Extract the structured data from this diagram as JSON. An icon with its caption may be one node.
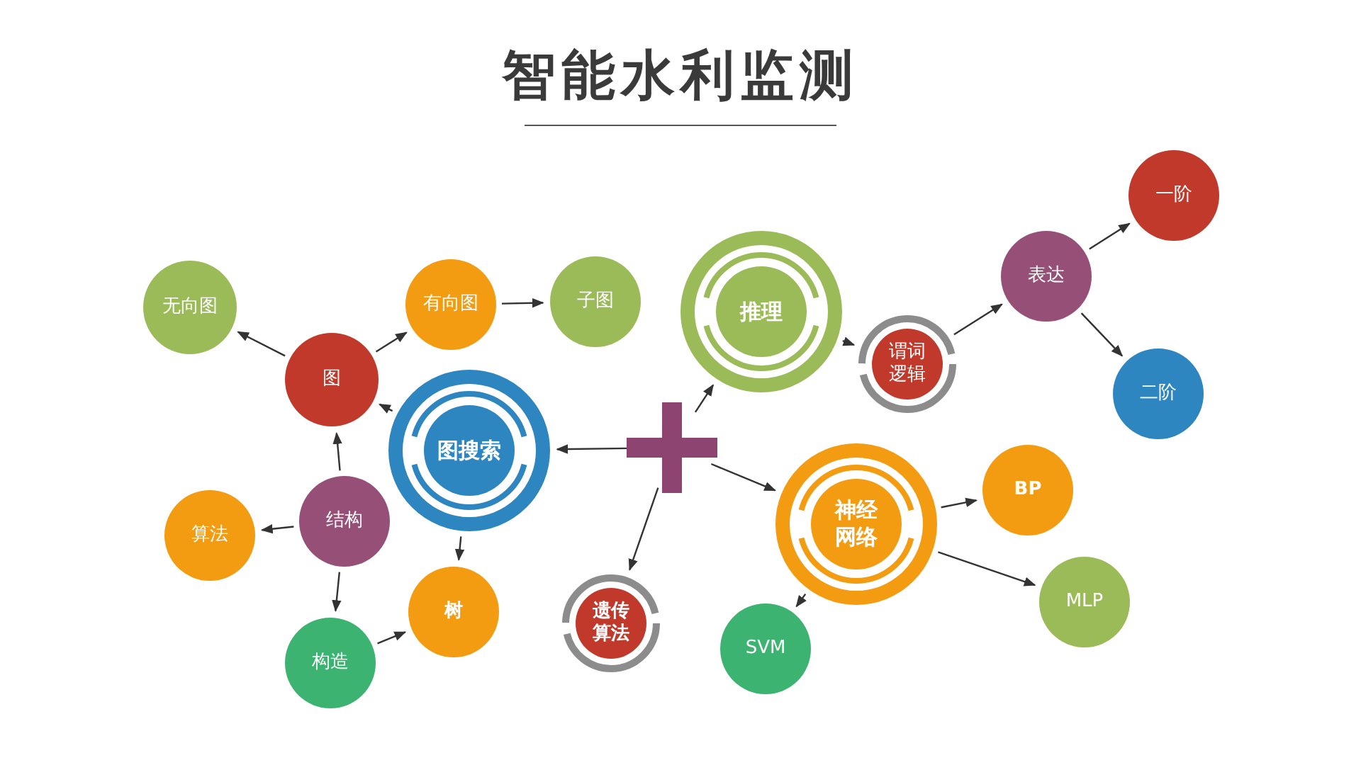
{
  "diagram": {
    "title": "智能水利监测",
    "nodes": [
      {
        "text": [
          "无向图"
        ]
      },
      {
        "text": [
          "有向图"
        ]
      },
      {
        "text": [
          "子图"
        ]
      },
      {
        "text": [
          "图"
        ]
      },
      {
        "text": [
          "图搜索"
        ]
      },
      {
        "text": [],
        "shape": "cross"
      },
      {
        "text": [
          "推理"
        ]
      },
      {
        "text": [
          "谓词逻辑"
        ]
      },
      {
        "text": [
          "表达"
        ]
      },
      {
        "text": [
          "一阶"
        ]
      },
      {
        "text": [
          "二阶"
        ]
      },
      {
        "text": [
          "结构"
        ]
      },
      {
        "text": [
          "算法"
        ]
      },
      {
        "text": [
          "构造"
        ]
      },
      {
        "text": [
          "树"
        ]
      },
      {
        "text": [
          "遗传算法"
        ]
      },
      {
        "text": [
          "神经网络"
        ]
      },
      {
        "text": [
          "BP"
        ]
      },
      {
        "text": [
          "MLP"
        ]
      },
      {
        "text": [
          "SVM"
        ]
      }
    ],
    "edges": [
      {
        "from": 3,
        "to": 0,
        "arrow": "to"
      },
      {
        "from": 3,
        "to": 1,
        "arrow": "to"
      },
      {
        "from": 1,
        "to": 2,
        "arrow": "to"
      },
      {
        "from": 4,
        "to": 3,
        "arrow": "to"
      },
      {
        "from": 11,
        "to": 3,
        "arrow": "to"
      },
      {
        "from": 11,
        "to": 12,
        "arrow": "to"
      },
      {
        "from": 11,
        "to": 13,
        "arrow": "to"
      },
      {
        "from": 13,
        "to": 14,
        "arrow": "to"
      },
      {
        "from": 4,
        "to": 14,
        "arrow": "to"
      },
      {
        "from": 5,
        "to": 4,
        "arrow": "to"
      },
      {
        "from": 5,
        "to": 6,
        "arrow": "to"
      },
      {
        "from": 5,
        "to": 15,
        "arrow": "to"
      },
      {
        "from": 5,
        "to": 16,
        "arrow": "to"
      },
      {
        "from": 6,
        "to": 7,
        "arrow": "to"
      },
      {
        "from": 7,
        "to": 8,
        "arrow": "to"
      },
      {
        "from": 8,
        "to": 9,
        "arrow": "to"
      },
      {
        "from": 8,
        "to": 10,
        "arrow": "to"
      },
      {
        "from": 16,
        "to": 17,
        "arrow": "to"
      },
      {
        "from": 16,
        "to": 18,
        "arrow": "to"
      },
      {
        "from": 16,
        "to": 19,
        "arrow": "to"
      }
    ]
  }
}
